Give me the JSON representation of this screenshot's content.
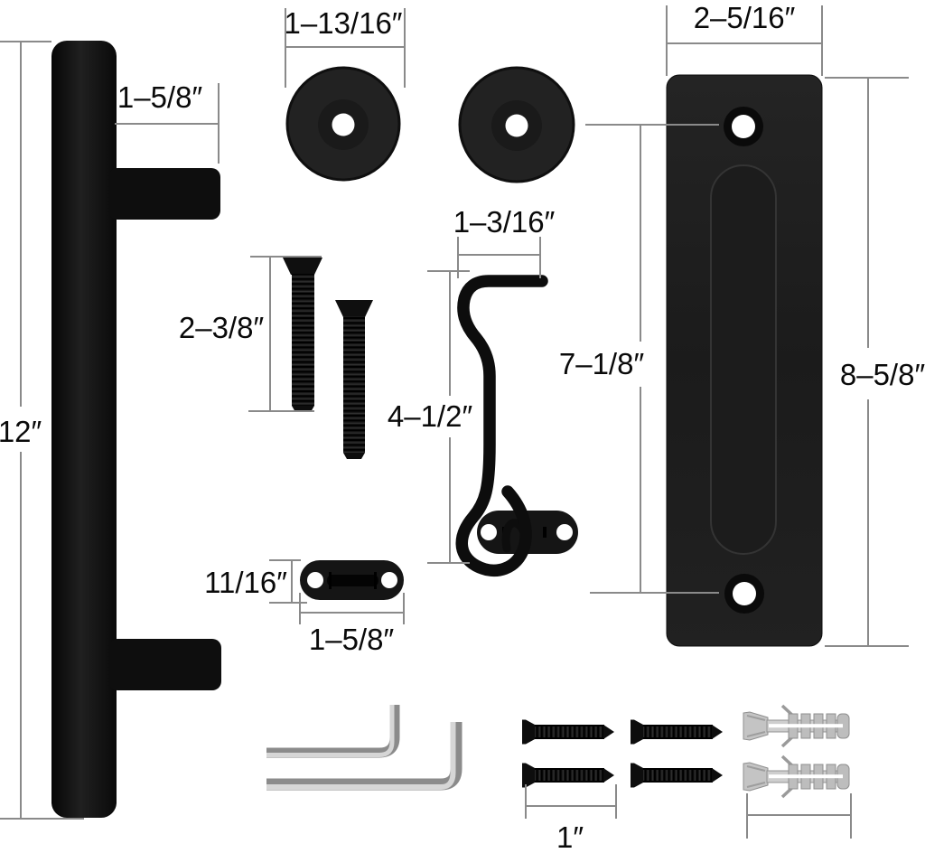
{
  "dims": {
    "handle_length": "12″",
    "handle_projection": "1–5/8″",
    "rose_diameter": "1–13/16″",
    "bolt_length": "2–3/8″",
    "hook_opening_width": "1–3/16″",
    "hook_height": "4–1/2″",
    "plate_hole_spacing": "7–1/8″",
    "flush_plate_width": "2–5/16″",
    "flush_plate_height": "8–5/8″",
    "catch_plate_height": "11/16″",
    "catch_plate_width": "1–5/8″",
    "wood_screw_length": "1″"
  },
  "colors": {
    "part_black": "#181818",
    "dimension_line": "#8a8a8a",
    "label_text": "#0a0a0a",
    "metal_silver": "#c9c9c9",
    "background": "#ffffff"
  }
}
